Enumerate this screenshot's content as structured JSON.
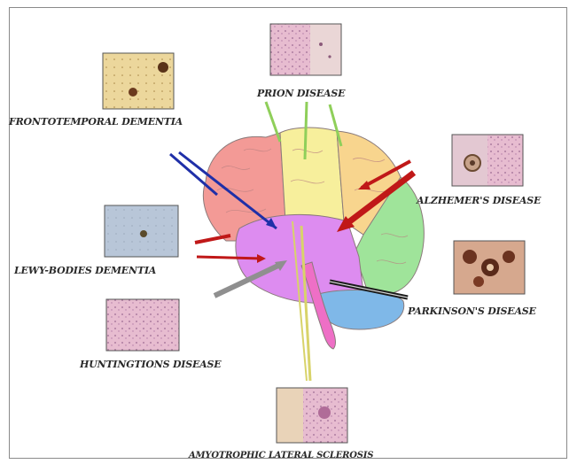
{
  "labels": {
    "prion": "PRION DISEASE",
    "ftd": "FRONTOTEMPORAL DEMENTIA",
    "alz": "ALZHEMER'S DISEASE",
    "lewy": "LEWY-BODIES DEMENTIA",
    "park": "PARKINSON'S DISEASE",
    "hunt": "HUNTINGTIONS DISEASE",
    "als": "AMYOTROPHIC LATERAL SCLEROSIS"
  },
  "colors": {
    "frontal": "#f39a96",
    "parietal": "#f7ef9c",
    "occipital_parietal": "#f8d58e",
    "occipital": "#9fe49a",
    "temporal": "#dd8cf0",
    "cerebellum": "#7fb8e8",
    "brainstem": "#ee6fc6",
    "arrow_green": "#8fcf5a",
    "arrow_blue": "#1f2fa8",
    "arrow_red": "#c01818",
    "arrow_gray": "#8f8f8f",
    "arrow_black": "#1a1a1a",
    "arrow_yellow": "#d8d36a"
  }
}
